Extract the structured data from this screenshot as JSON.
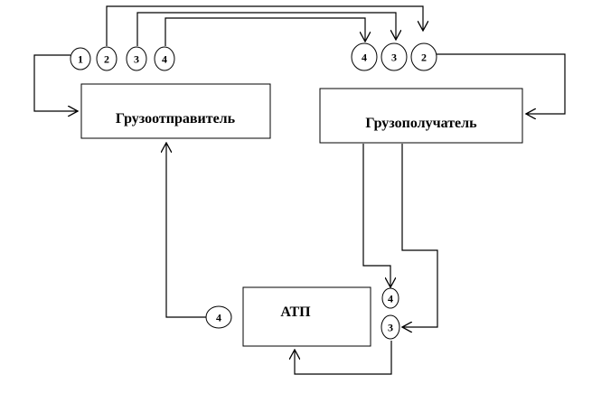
{
  "boxes": {
    "shipper": "Грузоотправитель",
    "consignee": "Грузополучатель",
    "atp": "АТП"
  },
  "markers": {
    "left_group": [
      "1",
      "2",
      "3",
      "4"
    ],
    "right_group": [
      "4",
      "3",
      "2"
    ],
    "atp_left": "4",
    "atp_right_top": "4",
    "atp_right_bottom": "3"
  }
}
